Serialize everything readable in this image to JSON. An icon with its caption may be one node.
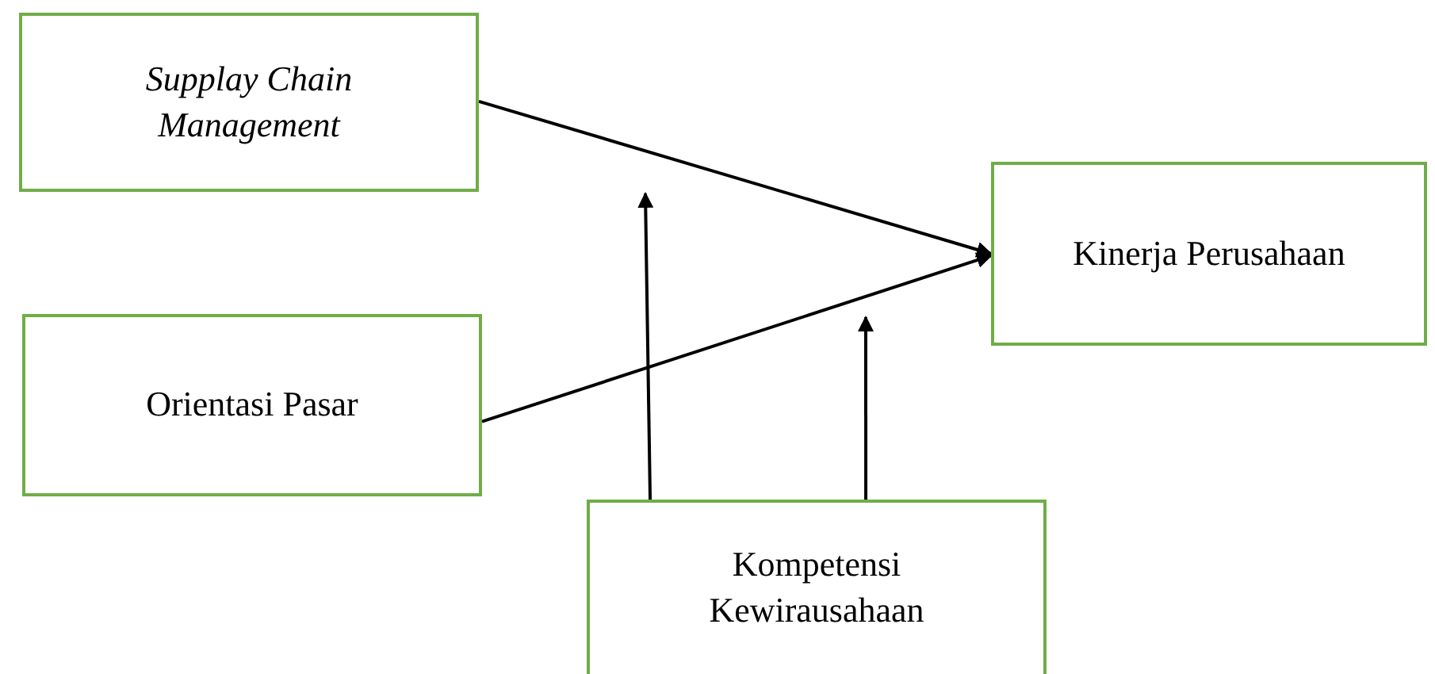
{
  "diagram": {
    "nodes": [
      {
        "text": [
          "Supplay Chain Management"
        ]
      },
      {
        "text": [
          "Orientasi Pasar"
        ]
      },
      {
        "text": [
          "Kinerja Perusahaan"
        ]
      },
      {
        "text": [
          "Kompetensi Kewirausahaan"
        ]
      }
    ],
    "edges": [
      {
        "from": 0,
        "to": 2,
        "arrow": "to"
      },
      {
        "from": 1,
        "to": 2,
        "arrow": "to"
      },
      {
        "from": 3,
        "to": null,
        "arrow": "to"
      },
      {
        "from": 3,
        "to": null,
        "arrow": "to"
      }
    ]
  }
}
